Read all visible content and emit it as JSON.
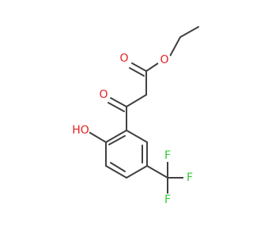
{
  "molecule": {
    "atoms": {
      "ester_ether_o": "O",
      "ester_carbonyl_o": "O",
      "ketone_o": "O",
      "hydroxyl": "HO",
      "fluorine_top": "F",
      "fluorine_right": "F",
      "fluorine_bottom": "F"
    },
    "colors": {
      "bond": "#404040",
      "oxygen": "#e82020",
      "fluorine": "#33cc33"
    }
  }
}
